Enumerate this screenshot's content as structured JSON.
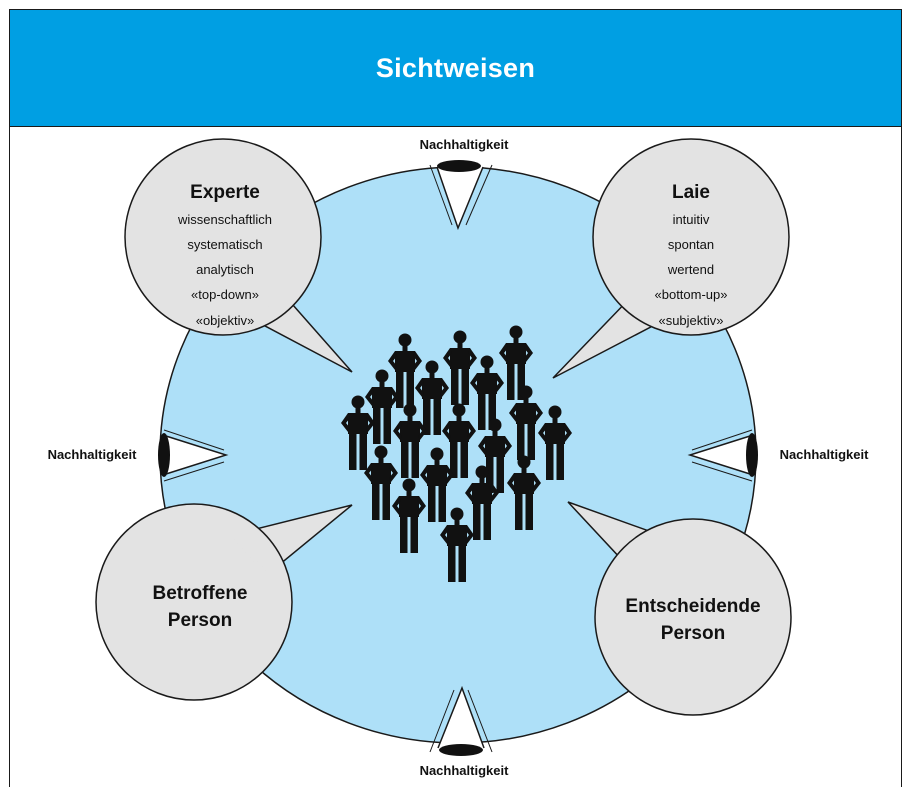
{
  "title": "Sichtweisen",
  "eye_labels": {
    "top": "Nachhaltigkeit",
    "left": "Nachhaltigkeit",
    "right": "Nachhaltigkeit",
    "bottom": "Nachhaltigkeit"
  },
  "bubbles": {
    "experte": {
      "title": "Experte",
      "lines": [
        "wissenschaftlich",
        "systematisch",
        "analytisch",
        "«top-down»",
        "«objektiv»"
      ]
    },
    "laie": {
      "title": "Laie",
      "lines": [
        "intuitiv",
        "spontan",
        "wertend",
        "«bottom-up»",
        "«subjektiv»"
      ]
    },
    "betroffene": {
      "title_lines": [
        "Betroffene",
        "Person"
      ]
    },
    "entscheidende": {
      "title_lines": [
        "Entscheidende",
        "Person"
      ]
    }
  },
  "colors": {
    "header": "#009fe3",
    "circle": "#aee0f8",
    "bubble": "#e3e3e3",
    "figure": "#111111"
  }
}
